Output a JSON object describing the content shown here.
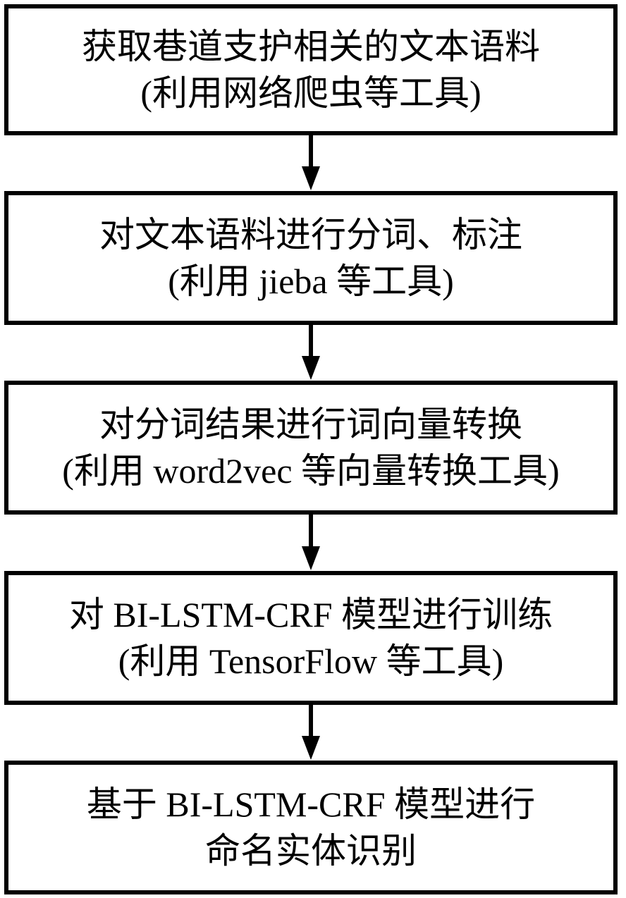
{
  "steps": [
    {
      "line1": "获取巷道支护相关的文本语料",
      "line2": "(利用网络爬虫等工具)"
    },
    {
      "line1": "对文本语料进行分词、标注",
      "line2": "(利用 jieba 等工具)"
    },
    {
      "line1": "对分词结果进行词向量转换",
      "line2": "(利用 word2vec 等向量转换工具)"
    },
    {
      "line1": "对 BI-LSTM-CRF 模型进行训练",
      "line2": "(利用 TensorFlow 等工具)"
    },
    {
      "line1": "基于 BI-LSTM-CRF 模型进行",
      "line2": "命名实体识别"
    }
  ]
}
